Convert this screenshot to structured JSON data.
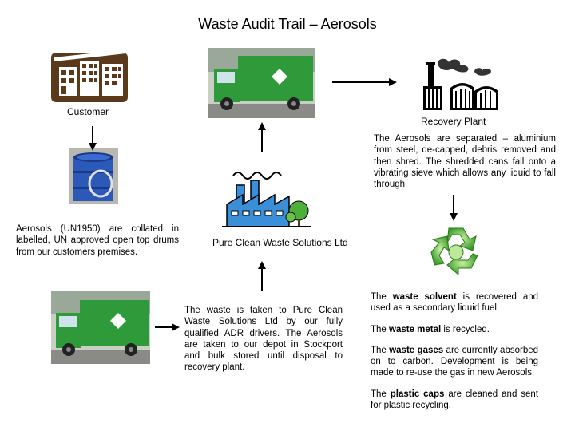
{
  "title": "Waste Audit Trail – Aerosols",
  "labels": {
    "customer": "Customer",
    "recovery_plant": "Recovery Plant",
    "pure_clean": "Pure Clean Waste Solutions Ltd"
  },
  "text": {
    "recovery_process": "The Aerosols are separated – aluminium from steel, de-capped, debris removed and then shred. The shredded cans fall onto a vibrating sieve which allows any liquid to fall through.",
    "collation": "Aerosols (UN1950) are collated in labelled, UN approved open top drums from our customers premises.",
    "transport": "The waste is taken to Pure Clean Waste Solutions Ltd by our fully qualified ADR drivers. The Aerosols are taken to our depot in Stockport and bulk stored until disposal to recovery plant."
  },
  "results": {
    "solvent": {
      "pre": "The ",
      "bold": "waste solvent",
      "post": " is recovered and used as a secondary liquid fuel."
    },
    "metal": {
      "pre": "The ",
      "bold": "waste metal",
      "post": " is recycled."
    },
    "gases": {
      "pre": "The ",
      "bold": "waste gases",
      "post": " are currently absorbed on to carbon. Development is being made to re-use the gas in new Aerosols."
    },
    "caps": {
      "pre": "The ",
      "bold": "plastic caps",
      "post": " are cleaned and sent for plastic recycling."
    }
  },
  "colors": {
    "truck_green": "#2e9a3a",
    "customer_brown": "#5a3a1a",
    "factory_blue": "#3a8fd8",
    "drum_blue": "#2c58b8",
    "recycle_green": "#5cbf3a"
  },
  "icons": [
    "truck-icon",
    "customer-building-icon",
    "recovery-plant-icon",
    "drum-icon",
    "factory-icon",
    "recycle-icon",
    "arrow-icon"
  ]
}
